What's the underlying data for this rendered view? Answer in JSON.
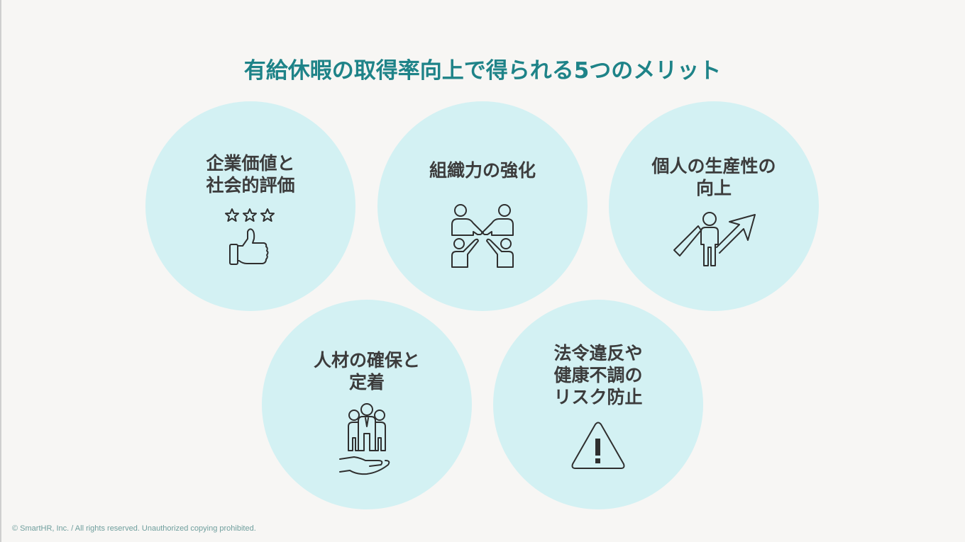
{
  "slide": {
    "title": "有給休暇の取得率向上で得られる5つのメリット",
    "colors": {
      "title": "#1e8388",
      "circle_fill": "#d3f1f3",
      "background": "#f7f6f4",
      "label_text": "#3c3c3c",
      "icon_stroke": "#2f2f2f",
      "footer_text": "#6f9e9d"
    },
    "merits": [
      {
        "label": "企業価値と\n社会的評価",
        "icon": "thumbs-up-with-stars-icon"
      },
      {
        "label": "組織力の強化",
        "icon": "team-collaboration-icon"
      },
      {
        "label": "個人の生産性の\n向上",
        "icon": "person-growth-arrow-icon"
      },
      {
        "label": "人材の確保と\n定着",
        "icon": "people-on-hand-icon"
      },
      {
        "label": "法令違反や\n健康不調の\nリスク防止",
        "icon": "warning-triangle-icon"
      }
    ]
  },
  "footer": {
    "copyright": "© SmartHR, Inc. / All rights reserved. Unauthorized copying prohibited."
  }
}
